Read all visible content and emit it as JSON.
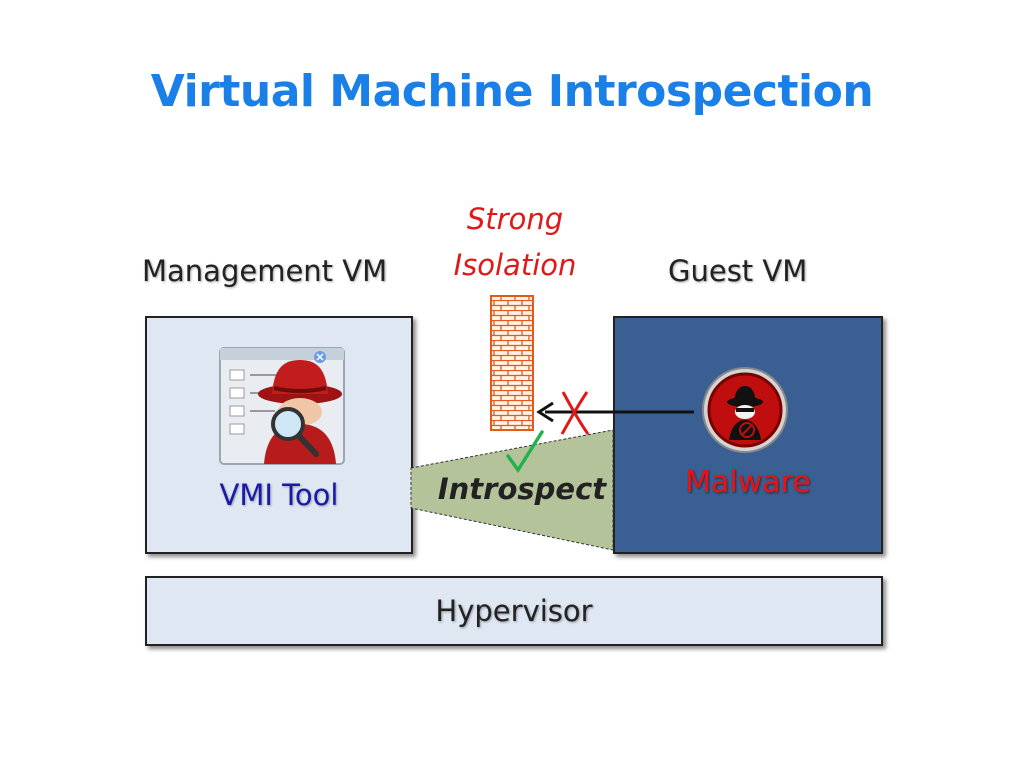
{
  "title": "Virtual Machine Introspection",
  "isolation": {
    "line1": "Strong",
    "line2": "Isolation"
  },
  "management_vm": {
    "label": "Management VM",
    "tool_label": "VMI Tool"
  },
  "guest_vm": {
    "label": "Guest VM",
    "malware_label": "Malware"
  },
  "introspect_label": "Introspect",
  "hypervisor_label": "Hypervisor",
  "colors": {
    "title": "#1a7fe6",
    "isolation_text": "#e01818",
    "vm_box_light": "#dfe7f3",
    "guest_box": "#3a5f93",
    "introspect_cone": "#b4c39a",
    "check_mark": "#22b14c",
    "cross_mark": "#e01818"
  },
  "icons": {
    "vmi_tool": "detective-magnifier-icon",
    "malware": "spy-malware-icon",
    "isolation_wall": "brick-wall-icon",
    "blocked": "red-cross-icon",
    "allowed": "green-check-icon"
  }
}
